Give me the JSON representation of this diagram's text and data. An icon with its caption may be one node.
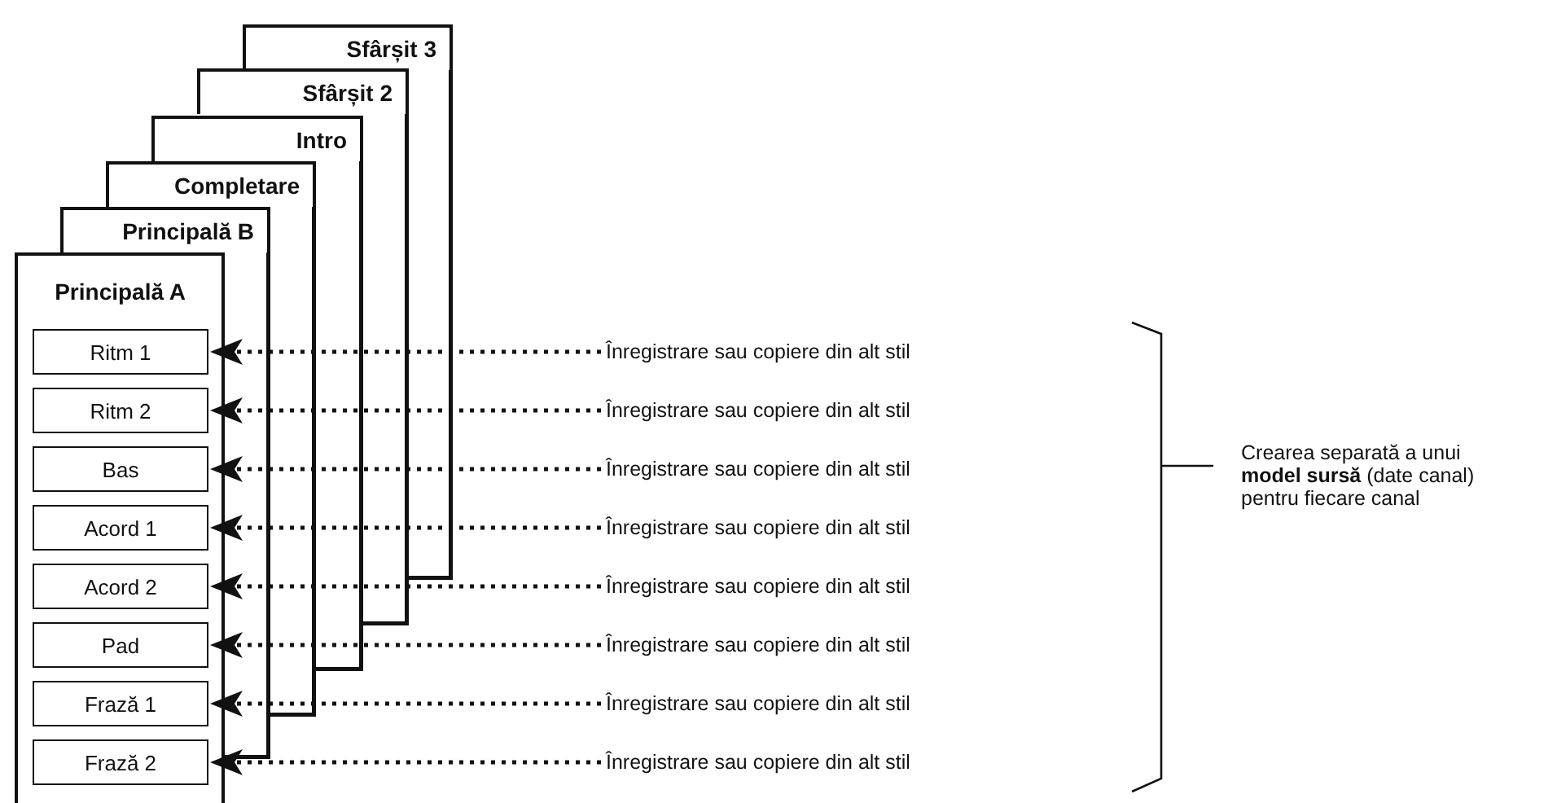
{
  "diagram": {
    "nodes": [
      {
        "text": [
          "Sfârșit 3"
        ]
      },
      {
        "text": [
          "Sfârșit 2"
        ]
      },
      {
        "text": [
          "Intro"
        ]
      },
      {
        "text": [
          "Completare"
        ]
      },
      {
        "text": [
          "Principală B"
        ]
      },
      {
        "text": [
          "Principală A"
        ]
      },
      {
        "text": [
          "Ritm 1"
        ],
        "in": 5
      },
      {
        "text": [
          "Ritm 2"
        ],
        "in": 5
      },
      {
        "text": [
          "Bas"
        ],
        "in": 5
      },
      {
        "text": [
          "Acord 1"
        ],
        "in": 5
      },
      {
        "text": [
          "Acord 2"
        ],
        "in": 5
      },
      {
        "text": [
          "Pad"
        ],
        "in": 5
      },
      {
        "text": [
          "Frază 1"
        ],
        "in": 5
      },
      {
        "text": [
          "Frază 2"
        ],
        "in": 5
      },
      {
        "text": [
          "Înregistrare sau copiere din alt stil"
        ]
      },
      {
        "text": [
          "Înregistrare sau copiere din alt stil"
        ]
      },
      {
        "text": [
          "Înregistrare sau copiere din alt stil"
        ]
      },
      {
        "text": [
          "Înregistrare sau copiere din alt stil"
        ]
      },
      {
        "text": [
          "Înregistrare sau copiere din alt stil"
        ]
      },
      {
        "text": [
          "Înregistrare sau copiere din alt stil"
        ]
      },
      {
        "text": [
          "Înregistrare sau copiere din alt stil"
        ]
      },
      {
        "text": [
          "Înregistrare sau copiere din alt stil"
        ]
      }
    ],
    "edges": [
      {
        "from": 14,
        "to": 6,
        "arrow": "to",
        "style": "dashed"
      },
      {
        "from": 15,
        "to": 7,
        "arrow": "to",
        "style": "dashed"
      },
      {
        "from": 16,
        "to": 8,
        "arrow": "to",
        "style": "dashed"
      },
      {
        "from": 17,
        "to": 9,
        "arrow": "to",
        "style": "dashed"
      },
      {
        "from": 18,
        "to": 10,
        "arrow": "to",
        "style": "dashed"
      },
      {
        "from": 19,
        "to": 11,
        "arrow": "to",
        "style": "dashed"
      },
      {
        "from": 20,
        "to": 12,
        "arrow": "to",
        "style": "dashed"
      },
      {
        "from": 21,
        "to": 13,
        "arrow": "to",
        "style": "dashed"
      }
    ],
    "labels": [
      "Crearea separată a unui **model sursă** (date canal) pentru fiecare canal"
    ]
  }
}
